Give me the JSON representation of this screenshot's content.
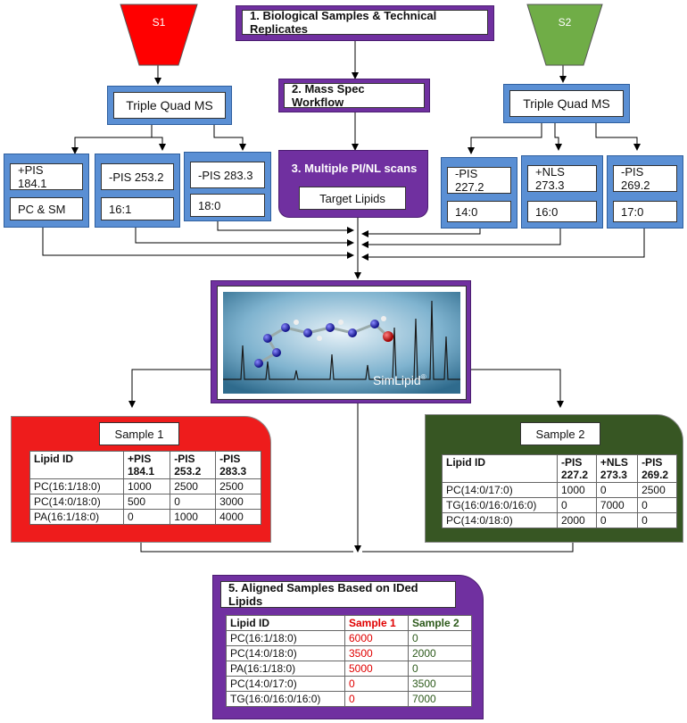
{
  "sample_s1": {
    "label": "S1",
    "color": "#ff0000"
  },
  "sample_s2": {
    "label": "S2",
    "color": "#70ad47"
  },
  "step1": "1. Biological Samples & Technical Replicates",
  "step2": "2. Mass Spec Workflow",
  "step3": {
    "title": "3. Multiple PI/NL scans",
    "sub": "Target Lipids"
  },
  "step5": "5. Aligned Samples Based on IDed Lipids",
  "instrument_left": "Triple Quad MS",
  "instrument_right": "Triple Quad MS",
  "scans_left": [
    {
      "scan": "+PIS 184.1",
      "target": "PC & SM"
    },
    {
      "scan": "-PIS 253.2",
      "target": "16:1"
    },
    {
      "scan": "-PIS 283.3",
      "target": "18:0"
    }
  ],
  "scans_right": [
    {
      "scan": "-PIS 227.2",
      "target": "14:0"
    },
    {
      "scan": "+NLS 273.3",
      "target": "16:0"
    },
    {
      "scan": "-PIS 269.2",
      "target": "17:0"
    }
  ],
  "software": {
    "name": "SimLipid",
    "trademark": "®"
  },
  "sample1": {
    "title": "Sample 1",
    "headers": [
      "Lipid ID",
      "+PIS 184.1",
      "-PIS 253.2",
      "-PIS 283.3"
    ],
    "rows": [
      [
        "PC(16:1/18:0)",
        "1000",
        "2500",
        "2500"
      ],
      [
        "PC(14:0/18:0)",
        "500",
        "0",
        "3000"
      ],
      [
        "PA(16:1/18:0)",
        "0",
        "1000",
        "4000"
      ]
    ]
  },
  "sample2": {
    "title": "Sample 2",
    "headers": [
      "Lipid ID",
      "-PIS 227.2",
      "+NLS 273.3",
      "-PIS 269.2"
    ],
    "rows": [
      [
        "PC(14:0/17:0)",
        "1000",
        "0",
        "2500"
      ],
      [
        "TG(16:0/16:0/16:0)",
        "0",
        "7000",
        "0"
      ],
      [
        "PC(14:0/18:0)",
        "2000",
        "0",
        "0"
      ]
    ]
  },
  "aligned": {
    "headers": [
      "Lipid ID",
      "Sample 1",
      "Sample 2"
    ],
    "rows": [
      [
        "PC(16:1/18:0)",
        "6000",
        "0"
      ],
      [
        "PC(14:0/18:0)",
        "3500",
        "2000"
      ],
      [
        "PA(16:1/18:0)",
        "5000",
        "0"
      ],
      [
        "PC(14:0/17:0)",
        "0",
        "3500"
      ],
      [
        "TG(16:0/16:0/16:0)",
        "0",
        "7000"
      ]
    ]
  }
}
